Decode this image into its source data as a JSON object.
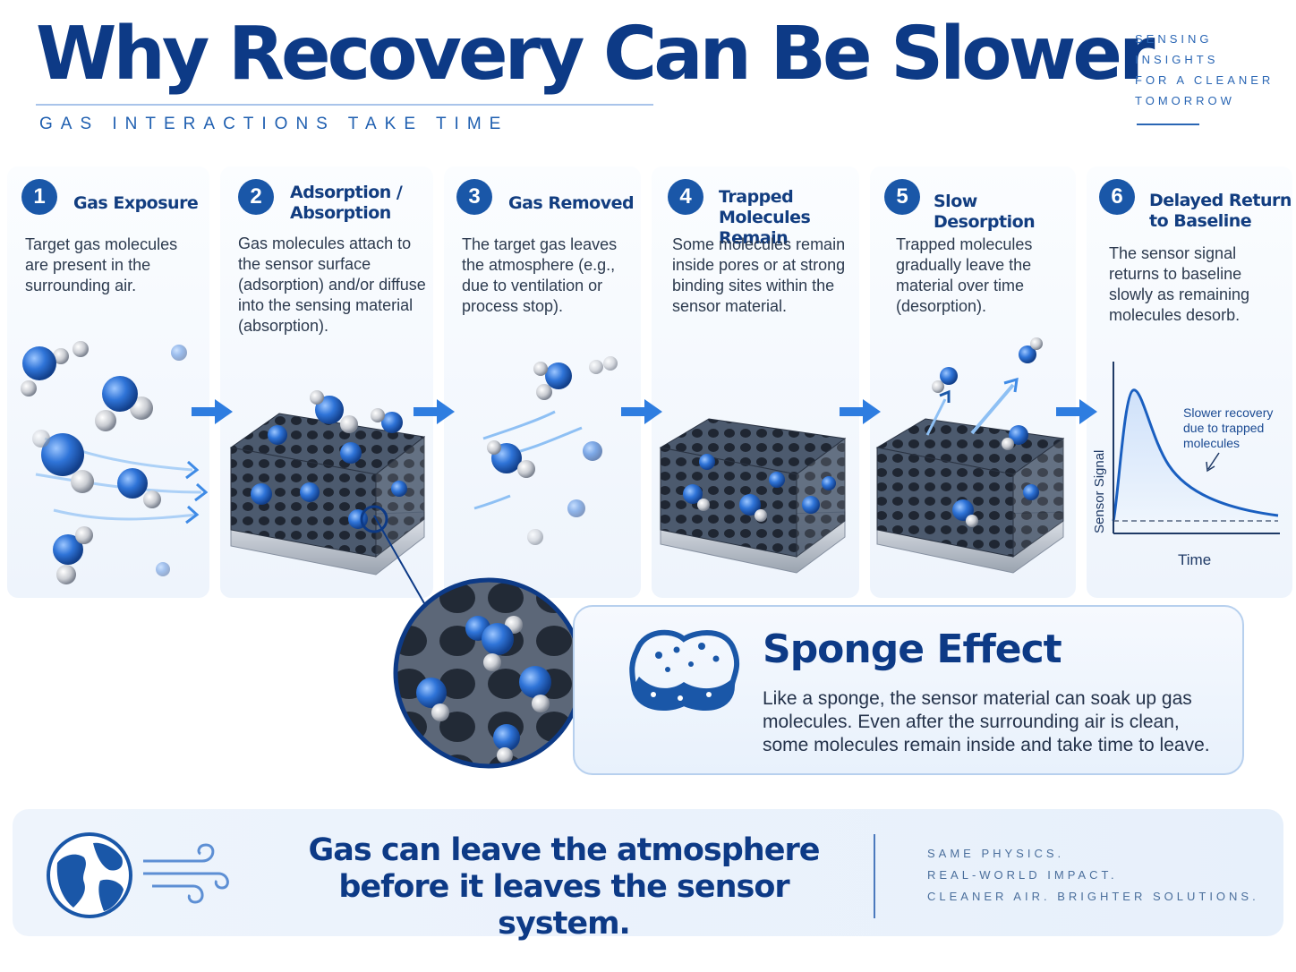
{
  "header": {
    "title": "Why Recovery Can Be Slower",
    "subtitle": "GAS INTERACTIONS TAKE TIME",
    "tagline": [
      "SENSING",
      "INSIGHTS",
      "FOR A CLEANER",
      "TOMORROW"
    ]
  },
  "steps": [
    {
      "number": "1",
      "title": "Gas Exposure",
      "description": "Target gas molecules are present in the surrounding air."
    },
    {
      "number": "2",
      "title": "Adsorption / Absorption",
      "description": "Gas molecules attach to the sensor surface (adsorption) and/or diffuse into the sensing material (absorption)."
    },
    {
      "number": "3",
      "title": "Gas Removed",
      "description": "The target gas leaves the atmosphere (e.g., due to ventilation or process stop)."
    },
    {
      "number": "4",
      "title": "Trapped Molecules Remain",
      "description": "Some molecules remain inside pores or at strong binding sites within the sensor material."
    },
    {
      "number": "5",
      "title": "Slow Desorption",
      "description": "Trapped molecules gradually leave the material over time (desorption)."
    },
    {
      "number": "6",
      "title": "Delayed Return to Baseline",
      "description": "The sensor signal returns to baseline slowly as remaining molecules desorb."
    }
  ],
  "graph": {
    "ylabel": "Sensor Signal",
    "xlabel": "Time",
    "annotation": "Slower recovery due to trapped molecules",
    "line_color": "#1a5fc0"
  },
  "sponge": {
    "title": "Sponge Effect",
    "description": "Like a sponge, the sensor material can soak up gas molecules. Even after the surrounding air is clean, some molecules remain inside and take time to leave."
  },
  "footer": {
    "message": "Gas can leave the atmosphere before it leaves the sensor system.",
    "tagline": [
      "SAME PHYSICS.",
      "REAL-WORLD IMPACT.",
      "CLEANER AIR. BRIGHTER SOLUTIONS."
    ]
  },
  "colors": {
    "brand": "#0d3a86",
    "accent": "#1a57a8",
    "molecule": "#2f74d8"
  }
}
